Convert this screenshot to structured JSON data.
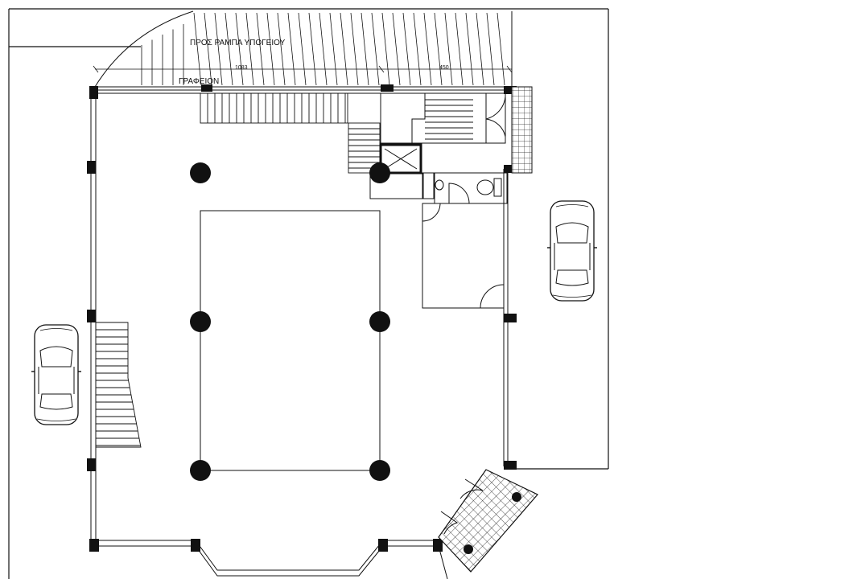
{
  "labels": {
    "ramp_note": "ΠΡΟΣ   ΡΑΜΠΑ ΥΠΟΓΕΙΟΥ",
    "office": "ΓΡΑΦΕΙΟΝ",
    "dim_left": "1083",
    "dim_right": "450"
  },
  "colors": {
    "line": "#111111",
    "fill": "#111111",
    "paper": "#ffffff"
  }
}
